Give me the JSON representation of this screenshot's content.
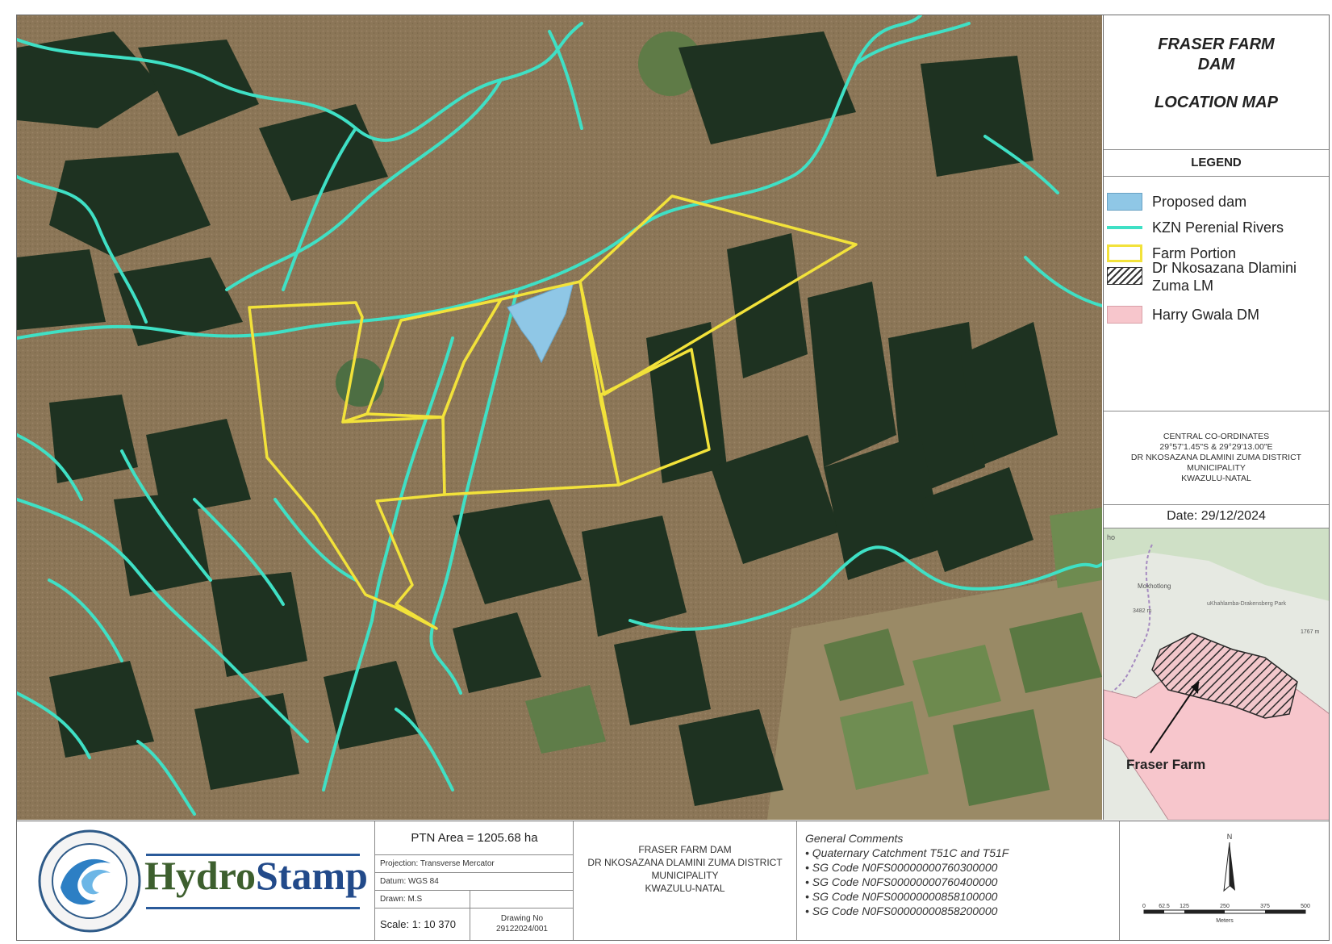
{
  "title": {
    "line1": "FRASER FARM",
    "line2": "DAM",
    "line3": "LOCATION MAP"
  },
  "legend": {
    "heading": "LEGEND",
    "items": [
      {
        "label": "Proposed dam",
        "color": "#8fc7e6"
      },
      {
        "label": "KZN Perenial Rivers",
        "color": "#3fe0c5"
      },
      {
        "label": "Farm Portion",
        "color": "#f2e23a"
      },
      {
        "label": "Dr Nkosazana Dlamini Zuma LM",
        "color": "#333333"
      },
      {
        "label": "Harry Gwala DM",
        "color": "#f7c6cc"
      }
    ]
  },
  "coordinates": {
    "line1": "CENTRAL CO-ORDINATES",
    "line2": "29°57'1.45\"S & 29°29'13.00\"E",
    "line3": "DR NKOSAZANA DLAMINI ZUMA DISTRICT",
    "line4": "MUNICIPALITY",
    "line5": "KWAZULU-NATAL"
  },
  "date": "Date: 29/12/2024",
  "inset": {
    "place1": "Mokhotlong",
    "place2": "uKhahlamba-Drakensberg Park",
    "elev1": "3482 m",
    "elev2": "1767 m",
    "callout": "Fraser Farm",
    "edge": "ho"
  },
  "footer": {
    "logo_text_a": "Hydro",
    "logo_text_b": "Stamp",
    "ptn_area": "PTN Area = 1205.68 ha",
    "projection": "Projection: Transverse Mercator",
    "datum": "Datum: WGS 84",
    "drawn": "Drawn: M.S",
    "scale": "Scale: 1: 10 370",
    "drawing_label": "Drawing No",
    "drawing_no": "29122024/001",
    "desc": [
      "FRASER FARM DAM",
      "DR NKOSAZANA DLAMINI ZUMA DISTRICT",
      "MUNICIPALITY",
      "KWAZULU-NATAL"
    ],
    "comments_heading": "General Comments",
    "comments": [
      "• Quaternary Catchment T51C and T51F",
      "• SG Code N0FS00000000760300000",
      "• SG Code N0FS00000000760400000",
      "• SG Code N0FS00000000858100000",
      "• SG Code N0FS00000000858200000"
    ],
    "north": "N",
    "scalebar_labels": [
      "0",
      "62.5",
      "125",
      "250",
      "375",
      "500"
    ],
    "scalebar_unit": "Meters"
  },
  "colors": {
    "river": "#3fe0c5",
    "farm": "#f2e23a",
    "dam": "#8fc7e6",
    "terrain": "#8e7a5c",
    "forest": "#1f3322"
  }
}
